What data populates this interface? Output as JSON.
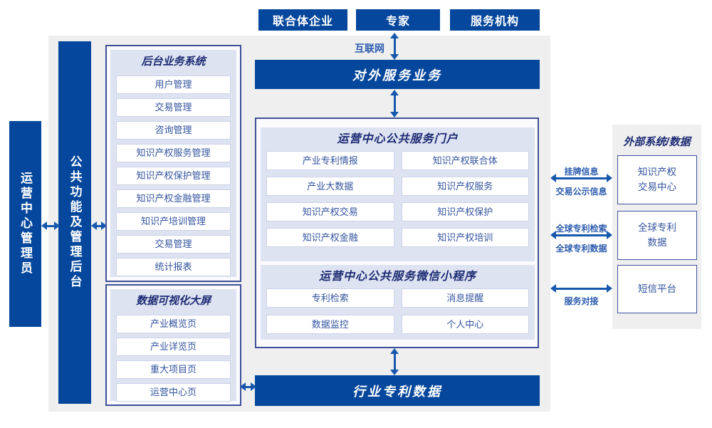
{
  "colors": {
    "dark_blue": "#04479c",
    "arrow_blue": "#1558ad",
    "title_navy": "#1b2a72",
    "item_text_blue": "#33549e",
    "panel_lavender": "#dee3f2",
    "background_gray": "#efefef",
    "box_border": "#3e4f9a",
    "label_blue": "#2b5bad"
  },
  "top_actors": [
    {
      "label": "联合体企业"
    },
    {
      "label": "专家"
    },
    {
      "label": "服务机构"
    }
  ],
  "internet_label": "互联网",
  "external_service_bar": "对外服务业务",
  "industry_patent_bar": "行业专利数据",
  "left_bars": {
    "admin": "运营中心管理员",
    "backoffice": "公共功能及管理后台"
  },
  "backend_system": {
    "title": "后台业务系统",
    "items": [
      "用户管理",
      "交易管理",
      "咨询管理",
      "知识产权服务管理",
      "知识产权保护管理",
      "知识产权金融管理",
      "知识产培训管理",
      "交易管理",
      "统计报表"
    ]
  },
  "data_viz": {
    "title": "数据可视化大屏",
    "items": [
      "产业概览页",
      "产业详览页",
      "重大项目页",
      "运营中心页"
    ]
  },
  "portal": {
    "title": "运营中心公共服务门户",
    "items": [
      "产业专利情报",
      "知识产权联合体",
      "产业大数据",
      "知识产权服务",
      "知识产权交易",
      "知识产权保护",
      "知识产权金融",
      "知识产权培训"
    ]
  },
  "miniprogram": {
    "title": "运营中心公共服务微信小程序",
    "items": [
      "专利检索",
      "消息提醒",
      "数据监控",
      "个人中心"
    ]
  },
  "external_systems": {
    "title": "外部系统/数据",
    "boxes": [
      {
        "line1": "知识产权",
        "line2": "交易中心"
      },
      {
        "line1": "全球专利",
        "line2": "数据"
      },
      {
        "line1": "短信平台",
        "line2": ""
      }
    ]
  },
  "right_links": [
    {
      "top": "挂牌信息",
      "bottom": "交易公示信息"
    },
    {
      "top": "全球专利检索",
      "bottom": "全球专利数据"
    },
    {
      "top": "",
      "bottom": "服务对接"
    }
  ]
}
